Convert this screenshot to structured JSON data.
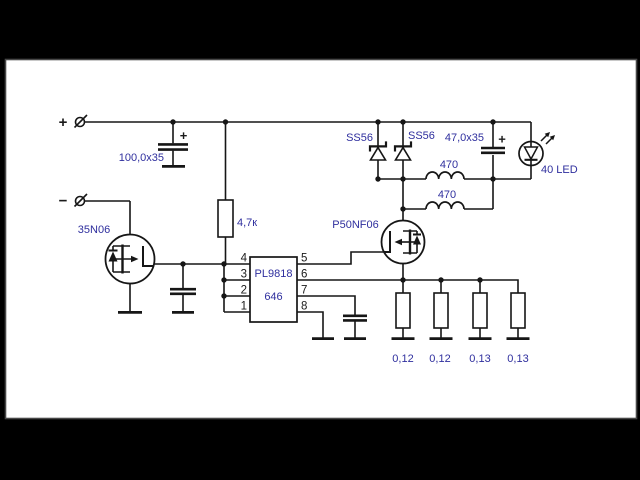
{
  "colors": {
    "background": "#000000",
    "canvas": "#ffffff",
    "canvas_border": "#484848",
    "wire": "#161616",
    "label_blue": "#2f2f9e"
  },
  "schematic": {
    "terminals": {
      "plus": "+",
      "minus": "−"
    },
    "input_cap": {
      "value": "100,0x35",
      "polarity": "+"
    },
    "output_cap": {
      "value": "47,0x35",
      "polarity": "+"
    },
    "gate_resistor": {
      "value": "4,7к"
    },
    "input_mosfet": {
      "part": "35N06"
    },
    "output_mosfet": {
      "part": "P50NF06"
    },
    "diode1": {
      "part": "SS56"
    },
    "diode2": {
      "part": "SS56"
    },
    "inductor1": {
      "value": "470"
    },
    "inductor2": {
      "value": "470"
    },
    "driver_ic": {
      "name": "PL9818",
      "marking": "646",
      "pins_left": [
        "4",
        "3",
        "2",
        "1"
      ],
      "pins_right": [
        "5",
        "6",
        "7",
        "8"
      ]
    },
    "led": {
      "label": "40 LED"
    },
    "shunt_resistors": [
      {
        "value": "0,12"
      },
      {
        "value": "0,12"
      },
      {
        "value": "0,13"
      },
      {
        "value": "0,13"
      }
    ]
  }
}
